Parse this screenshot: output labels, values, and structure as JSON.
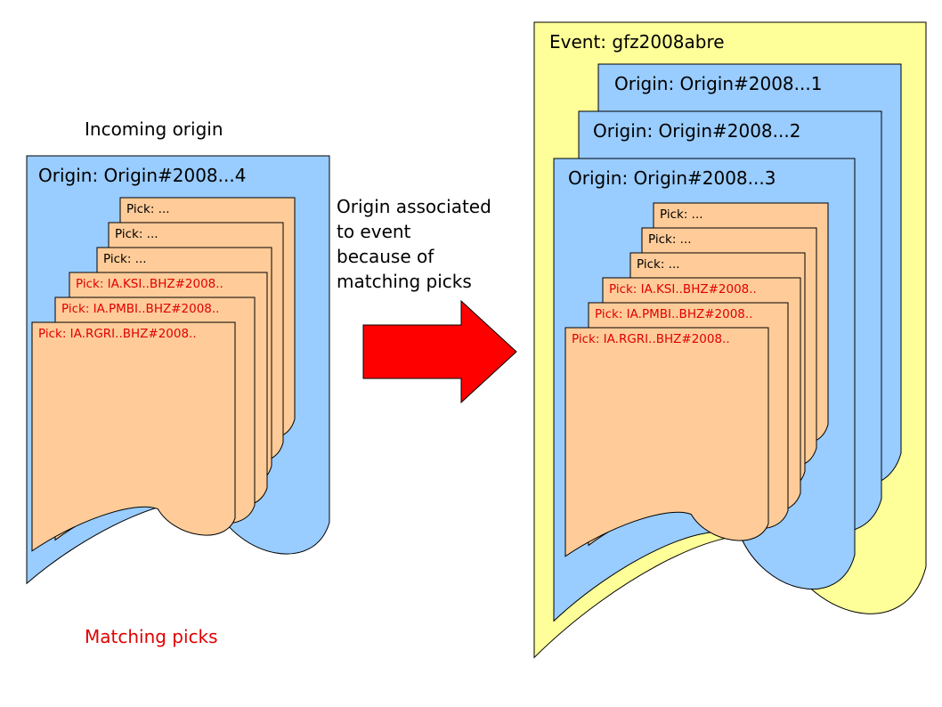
{
  "colors": {
    "origin_fill": "#99ccff",
    "pick_fill": "#ffcc99",
    "event_fill": "#ffff99",
    "arrow": "#ff0000",
    "red_text": "#e00000"
  },
  "left_group": {
    "heading": "Incoming origin",
    "origin_title": "Origin: Origin#2008...4",
    "picks": [
      {
        "label": "Pick: ..."
      },
      {
        "label": "Pick: ..."
      },
      {
        "label": "Pick: ..."
      },
      {
        "label": "Pick: IA.KSI..BHZ#2008.."
      },
      {
        "label": "Pick: IA.PMBI..BHZ#2008.."
      },
      {
        "label": "Pick: IA.RGRI..BHZ#2008.."
      }
    ],
    "caption": "Matching picks"
  },
  "middle": {
    "annotation": "Origin associated\nto event\nbecause of\nmatching picks"
  },
  "right_group": {
    "event_title": "Event: gfz2008abre",
    "origin_titles": [
      "Origin: Origin#2008...1",
      "Origin: Origin#2008...2",
      "Origin: Origin#2008...3"
    ],
    "picks": [
      {
        "label": "Pick: ..."
      },
      {
        "label": "Pick: ..."
      },
      {
        "label": "Pick: ..."
      },
      {
        "label": "Pick: IA.KSI..BHZ#2008.."
      },
      {
        "label": "Pick: IA.PMBI..BHZ#2008.."
      },
      {
        "label": "Pick: IA.RGRI..BHZ#2008.."
      }
    ]
  }
}
